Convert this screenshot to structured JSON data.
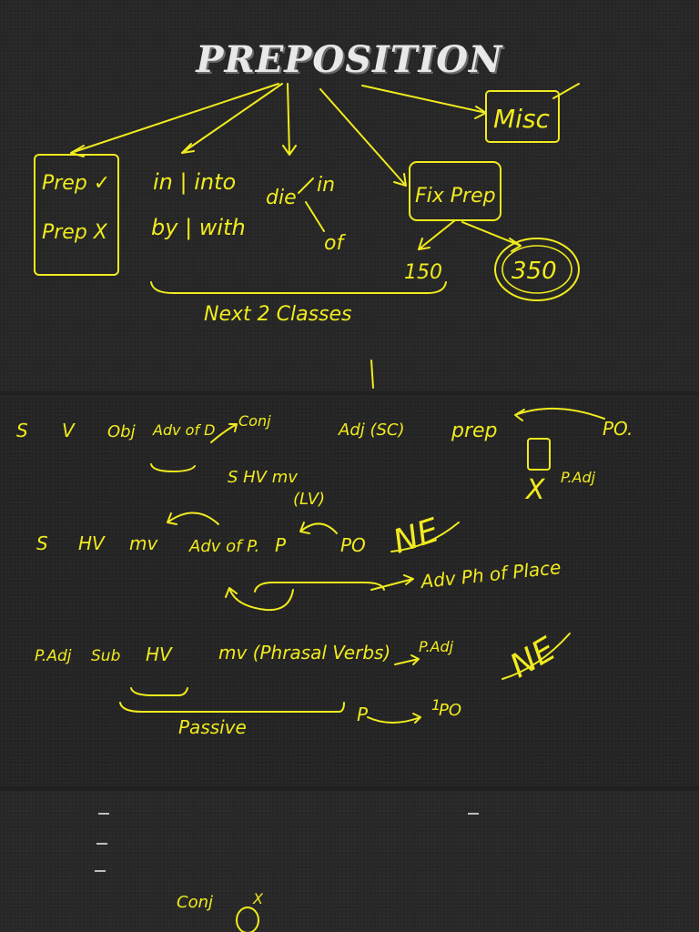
{
  "title": "PREPOSITION",
  "board1": {
    "misc": "Misc",
    "prep_ok": "Prep ✓",
    "prep_x": "Prep X",
    "in_into": "in | into",
    "by_with": "by | with",
    "die": "die",
    "in": "in",
    "of": "of",
    "fix_prep": "Fix Prep",
    "num_150": "150",
    "num_350": "350",
    "next_classes": "Next 2 Classes",
    "tick": "|"
  },
  "board2": {
    "s": "S",
    "v": "V",
    "obj": "Obj",
    "adv_of_d": "Adv of D",
    "conj": "Conj",
    "adj_sc": "Adj (SC)",
    "prep": "prep",
    "po": "PO.",
    "x_mark": "X",
    "p_adj": "P.Adj",
    "s_hv_mv": "S  HV  mv",
    "lv": "(LV)",
    "s2": "S",
    "hv": "HV",
    "mv": "mv",
    "adv_of_p": "Adv of P.",
    "p": "P",
    "po2": "PO",
    "ne": "NE",
    "adv_phrase": "Adv Ph of Place",
    "p_adj2": "P.Adj",
    "sub": "Sub",
    "hv2": "HV",
    "mv_phrasal": "mv (Phrasal Verbs)",
    "p_adj3": "P.Adj",
    "ne2": "NE",
    "passive": "Passive",
    "p2": "P",
    "po3": "PO"
  },
  "board3": {
    "conj": "Conj",
    "x_mark": "X"
  }
}
